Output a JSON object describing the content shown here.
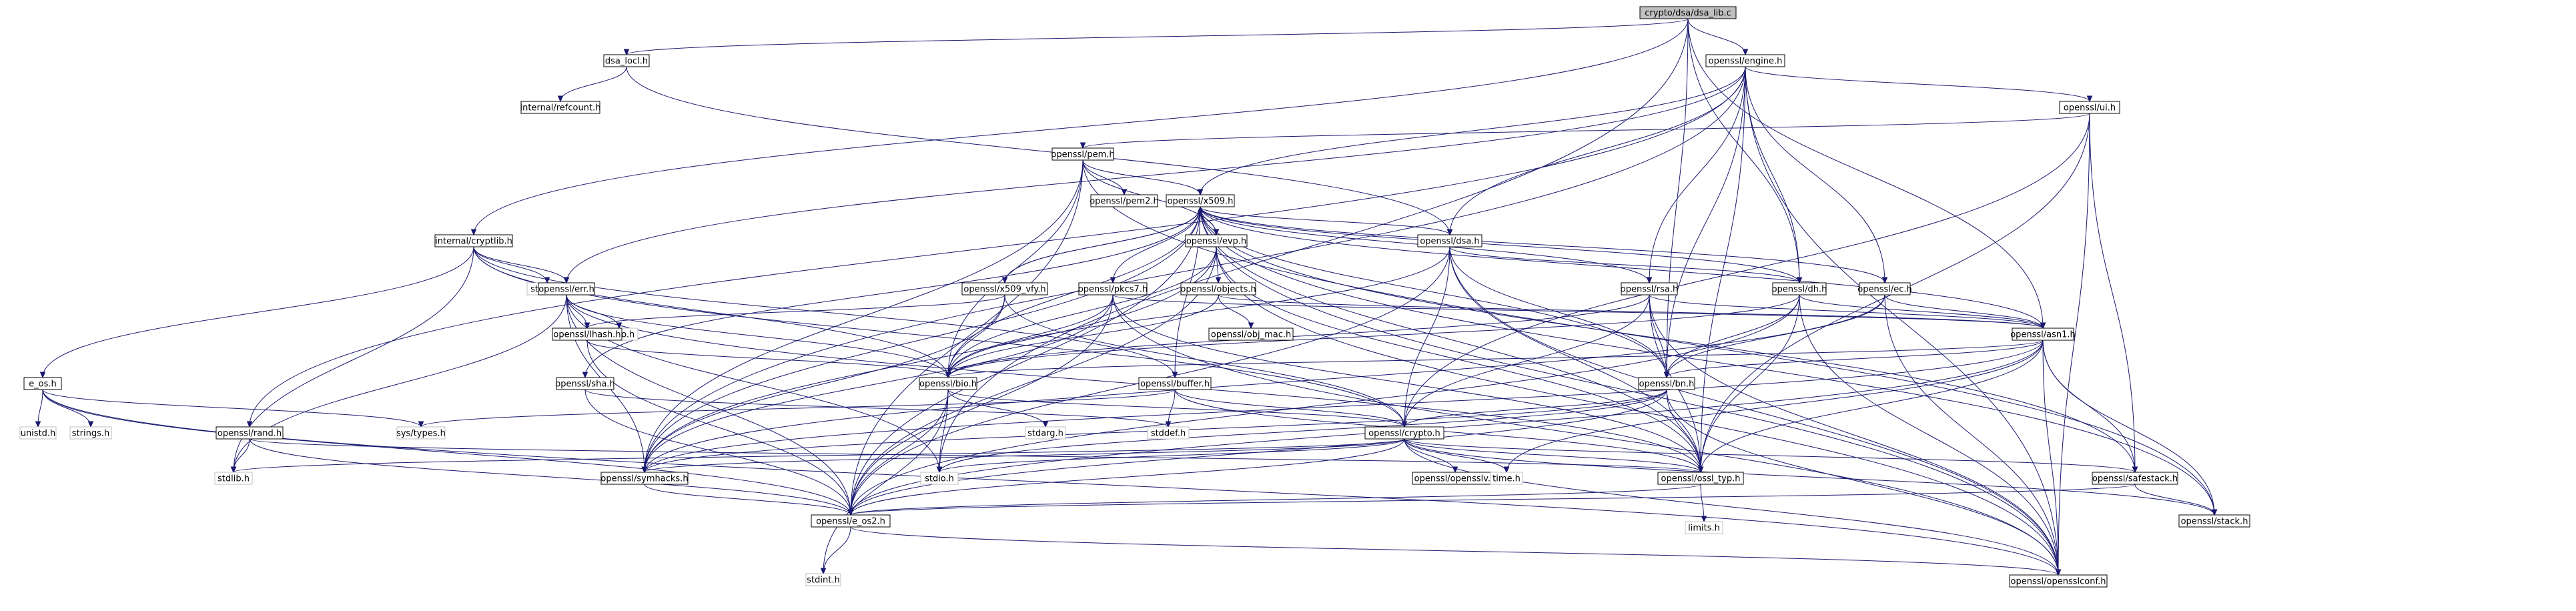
{
  "graph": {
    "root": "crypto/dsa/dsa_lib.c",
    "nodes": [
      {
        "id": "root",
        "label": "crypto/dsa/dsa_lib.c",
        "kind": "root"
      },
      {
        "id": "dsa_locl",
        "label": "dsa_locl.h",
        "kind": "file"
      },
      {
        "id": "engine",
        "label": "openssl/engine.h",
        "kind": "file"
      },
      {
        "id": "refcount",
        "label": "internal/refcount.h",
        "kind": "file"
      },
      {
        "id": "ui",
        "label": "openssl/ui.h",
        "kind": "file"
      },
      {
        "id": "pem",
        "label": "openssl/pem.h",
        "kind": "file"
      },
      {
        "id": "pem2",
        "label": "openssl/pem2.h",
        "kind": "file"
      },
      {
        "id": "x509",
        "label": "openssl/x509.h",
        "kind": "file"
      },
      {
        "id": "cryptlib",
        "label": "internal/cryptlib.h",
        "kind": "file"
      },
      {
        "id": "evp",
        "label": "openssl/evp.h",
        "kind": "file"
      },
      {
        "id": "dsa",
        "label": "openssl/dsa.h",
        "kind": "file"
      },
      {
        "id": "string",
        "label": "string.h",
        "kind": "missing"
      },
      {
        "id": "err",
        "label": "openssl/err.h",
        "kind": "file"
      },
      {
        "id": "x509_vfy",
        "label": "openssl/x509_vfy.h",
        "kind": "file"
      },
      {
        "id": "pkcs7",
        "label": "openssl/pkcs7.h",
        "kind": "file"
      },
      {
        "id": "objects",
        "label": "openssl/objects.h",
        "kind": "file"
      },
      {
        "id": "rsa",
        "label": "openssl/rsa.h",
        "kind": "file"
      },
      {
        "id": "dh",
        "label": "openssl/dh.h",
        "kind": "file"
      },
      {
        "id": "ec",
        "label": "openssl/ec.h",
        "kind": "file"
      },
      {
        "id": "errno",
        "label": "errno.h",
        "kind": "missing"
      },
      {
        "id": "lhash",
        "label": "openssl/lhash.h",
        "kind": "file"
      },
      {
        "id": "obj_mac",
        "label": "openssl/obj_mac.h",
        "kind": "file"
      },
      {
        "id": "asn1",
        "label": "openssl/asn1.h",
        "kind": "file"
      },
      {
        "id": "e_os",
        "label": "e_os.h",
        "kind": "file"
      },
      {
        "id": "sha",
        "label": "openssl/sha.h",
        "kind": "file"
      },
      {
        "id": "bio",
        "label": "openssl/bio.h",
        "kind": "file"
      },
      {
        "id": "buffer",
        "label": "openssl/buffer.h",
        "kind": "file"
      },
      {
        "id": "bn",
        "label": "openssl/bn.h",
        "kind": "file"
      },
      {
        "id": "unistd",
        "label": "unistd.h",
        "kind": "missing"
      },
      {
        "id": "strings",
        "label": "strings.h",
        "kind": "missing"
      },
      {
        "id": "systypes",
        "label": "sys/types.h",
        "kind": "missing"
      },
      {
        "id": "rand",
        "label": "openssl/rand.h",
        "kind": "file"
      },
      {
        "id": "stddef",
        "label": "stddef.h",
        "kind": "missing"
      },
      {
        "id": "stdarg",
        "label": "stdarg.h",
        "kind": "missing"
      },
      {
        "id": "crypto",
        "label": "openssl/crypto.h",
        "kind": "file"
      },
      {
        "id": "stdlib",
        "label": "stdlib.h",
        "kind": "missing"
      },
      {
        "id": "symhacks",
        "label": "openssl/symhacks.h",
        "kind": "file"
      },
      {
        "id": "stdio",
        "label": "stdio.h",
        "kind": "missing"
      },
      {
        "id": "opensslv",
        "label": "openssl/opensslv.h",
        "kind": "file"
      },
      {
        "id": "time",
        "label": "time.h",
        "kind": "missing"
      },
      {
        "id": "ossl_typ",
        "label": "openssl/ossl_typ.h",
        "kind": "file"
      },
      {
        "id": "safestack",
        "label": "openssl/safestack.h",
        "kind": "file"
      },
      {
        "id": "e_os2",
        "label": "openssl/e_os2.h",
        "kind": "file"
      },
      {
        "id": "limits",
        "label": "limits.h",
        "kind": "missing"
      },
      {
        "id": "stack",
        "label": "openssl/stack.h",
        "kind": "file"
      },
      {
        "id": "stdint",
        "label": "stdint.h",
        "kind": "missing"
      },
      {
        "id": "opensslconf",
        "label": "openssl/opensslconf.h",
        "kind": "file"
      }
    ],
    "edges": [
      [
        "root",
        "dsa_locl"
      ],
      [
        "root",
        "engine"
      ],
      [
        "root",
        "cryptlib"
      ],
      [
        "root",
        "stdio"
      ],
      [
        "root",
        "bn"
      ],
      [
        "root",
        "asn1"
      ],
      [
        "root",
        "dh"
      ],
      [
        "dsa_locl",
        "refcount"
      ],
      [
        "dsa_locl",
        "dsa"
      ],
      [
        "engine",
        "ui"
      ],
      [
        "engine",
        "x509"
      ],
      [
        "engine",
        "dsa"
      ],
      [
        "engine",
        "rsa"
      ],
      [
        "engine",
        "dh"
      ],
      [
        "engine",
        "ec"
      ],
      [
        "engine",
        "bn"
      ],
      [
        "engine",
        "rand"
      ],
      [
        "engine",
        "err"
      ],
      [
        "engine",
        "symhacks"
      ],
      [
        "engine",
        "ossl_typ"
      ],
      [
        "engine",
        "opensslconf"
      ],
      [
        "ui",
        "pem"
      ],
      [
        "ui",
        "crypto"
      ],
      [
        "ui",
        "safestack"
      ],
      [
        "ui",
        "ossl_typ"
      ],
      [
        "ui",
        "opensslconf"
      ],
      [
        "pem",
        "pem2"
      ],
      [
        "pem",
        "x509"
      ],
      [
        "pem",
        "evp"
      ],
      [
        "pem",
        "bio"
      ],
      [
        "pem",
        "stack"
      ],
      [
        "pem",
        "symhacks"
      ],
      [
        "pem",
        "e_os2"
      ],
      [
        "x509",
        "evp"
      ],
      [
        "x509",
        "dsa"
      ],
      [
        "x509",
        "rsa"
      ],
      [
        "x509",
        "dh"
      ],
      [
        "x509",
        "ec"
      ],
      [
        "x509",
        "asn1"
      ],
      [
        "x509",
        "bio"
      ],
      [
        "x509",
        "buffer"
      ],
      [
        "x509",
        "x509_vfy"
      ],
      [
        "x509",
        "pkcs7"
      ],
      [
        "x509",
        "sha"
      ],
      [
        "x509",
        "bn"
      ],
      [
        "x509",
        "safestack"
      ],
      [
        "x509",
        "ossl_typ"
      ],
      [
        "x509",
        "symhacks"
      ],
      [
        "x509",
        "e_os2"
      ],
      [
        "x509",
        "opensslconf"
      ],
      [
        "x509",
        "stack"
      ],
      [
        "x509_vfy",
        "x509"
      ],
      [
        "x509_vfy",
        "bio"
      ],
      [
        "x509_vfy",
        "lhash"
      ],
      [
        "x509_vfy",
        "crypto"
      ],
      [
        "x509_vfy",
        "symhacks"
      ],
      [
        "cryptlib",
        "e_os"
      ],
      [
        "cryptlib",
        "string"
      ],
      [
        "cryptlib",
        "err"
      ],
      [
        "cryptlib",
        "bio"
      ],
      [
        "cryptlib",
        "buffer"
      ],
      [
        "cryptlib",
        "crypto"
      ],
      [
        "cryptlib",
        "stdlib"
      ],
      [
        "evp",
        "objects"
      ],
      [
        "evp",
        "bio"
      ],
      [
        "evp",
        "ossl_typ"
      ],
      [
        "evp",
        "symhacks"
      ],
      [
        "evp",
        "e_os2"
      ],
      [
        "evp",
        "opensslconf"
      ],
      [
        "dsa",
        "dh"
      ],
      [
        "dsa",
        "bio"
      ],
      [
        "dsa",
        "crypto"
      ],
      [
        "dsa",
        "ossl_typ"
      ],
      [
        "dsa",
        "bn"
      ],
      [
        "dsa",
        "e_os2"
      ],
      [
        "dsa",
        "opensslconf"
      ],
      [
        "err",
        "errno"
      ],
      [
        "err",
        "lhash"
      ],
      [
        "err",
        "bio"
      ],
      [
        "err",
        "stdio"
      ],
      [
        "err",
        "stdlib"
      ],
      [
        "err",
        "ossl_typ"
      ],
      [
        "err",
        "symhacks"
      ],
      [
        "err",
        "e_os2"
      ],
      [
        "pkcs7",
        "asn1"
      ],
      [
        "pkcs7",
        "bio"
      ],
      [
        "pkcs7",
        "e_os2"
      ],
      [
        "pkcs7",
        "symhacks"
      ],
      [
        "pkcs7",
        "ossl_typ"
      ],
      [
        "pkcs7",
        "opensslconf"
      ],
      [
        "objects",
        "obj_mac"
      ],
      [
        "objects",
        "bio"
      ],
      [
        "objects",
        "asn1"
      ],
      [
        "rsa",
        "asn1"
      ],
      [
        "rsa",
        "bio"
      ],
      [
        "rsa",
        "crypto"
      ],
      [
        "rsa",
        "ossl_typ"
      ],
      [
        "rsa",
        "bn"
      ],
      [
        "rsa",
        "opensslconf"
      ],
      [
        "dh",
        "asn1"
      ],
      [
        "dh",
        "bio"
      ],
      [
        "dh",
        "ossl_typ"
      ],
      [
        "dh",
        "bn"
      ],
      [
        "dh",
        "opensslconf"
      ],
      [
        "dh",
        "e_os2"
      ],
      [
        "ec",
        "asn1"
      ],
      [
        "ec",
        "bn"
      ],
      [
        "ec",
        "symhacks"
      ],
      [
        "ec",
        "opensslconf"
      ],
      [
        "lhash",
        "bio"
      ],
      [
        "lhash",
        "e_os2"
      ],
      [
        "asn1",
        "bio"
      ],
      [
        "asn1",
        "bn"
      ],
      [
        "asn1",
        "time"
      ],
      [
        "asn1",
        "safestack"
      ],
      [
        "asn1",
        "e_os2"
      ],
      [
        "asn1",
        "stack"
      ],
      [
        "asn1",
        "symhacks"
      ],
      [
        "asn1",
        "ossl_typ"
      ],
      [
        "asn1",
        "opensslconf"
      ],
      [
        "e_os",
        "unistd"
      ],
      [
        "e_os",
        "strings"
      ],
      [
        "e_os",
        "systypes"
      ],
      [
        "e_os",
        "e_os2"
      ],
      [
        "e_os",
        "opensslconf"
      ],
      [
        "sha",
        "stddef"
      ],
      [
        "sha",
        "e_os2"
      ],
      [
        "bio",
        "stdarg"
      ],
      [
        "bio",
        "stdio"
      ],
      [
        "bio",
        "crypto"
      ],
      [
        "bio",
        "e_os2"
      ],
      [
        "bio",
        "stdint"
      ],
      [
        "buffer",
        "systypes"
      ],
      [
        "buffer",
        "stddef"
      ],
      [
        "buffer",
        "crypto"
      ],
      [
        "buffer",
        "ossl_typ"
      ],
      [
        "bn",
        "crypto"
      ],
      [
        "bn",
        "stdio"
      ],
      [
        "bn",
        "ossl_typ"
      ],
      [
        "bn",
        "symhacks"
      ],
      [
        "bn",
        "e_os2"
      ],
      [
        "bn",
        "opensslconf"
      ],
      [
        "rand",
        "stdlib"
      ],
      [
        "rand",
        "ossl_typ"
      ],
      [
        "rand",
        "e_os2"
      ],
      [
        "crypto",
        "stdlib"
      ],
      [
        "crypto",
        "stdio"
      ],
      [
        "crypto",
        "time"
      ],
      [
        "crypto",
        "symhacks"
      ],
      [
        "crypto",
        "opensslv"
      ],
      [
        "crypto",
        "ossl_typ"
      ],
      [
        "crypto",
        "safestack"
      ],
      [
        "crypto",
        "stack"
      ],
      [
        "crypto",
        "e_os2"
      ],
      [
        "crypto",
        "opensslconf"
      ],
      [
        "symhacks",
        "e_os2"
      ],
      [
        "ossl_typ",
        "limits"
      ],
      [
        "ossl_typ",
        "e_os2"
      ],
      [
        "safestack",
        "stack"
      ],
      [
        "safestack",
        "e_os2"
      ],
      [
        "e_os2",
        "stdint"
      ],
      [
        "e_os2",
        "opensslconf"
      ]
    ]
  }
}
